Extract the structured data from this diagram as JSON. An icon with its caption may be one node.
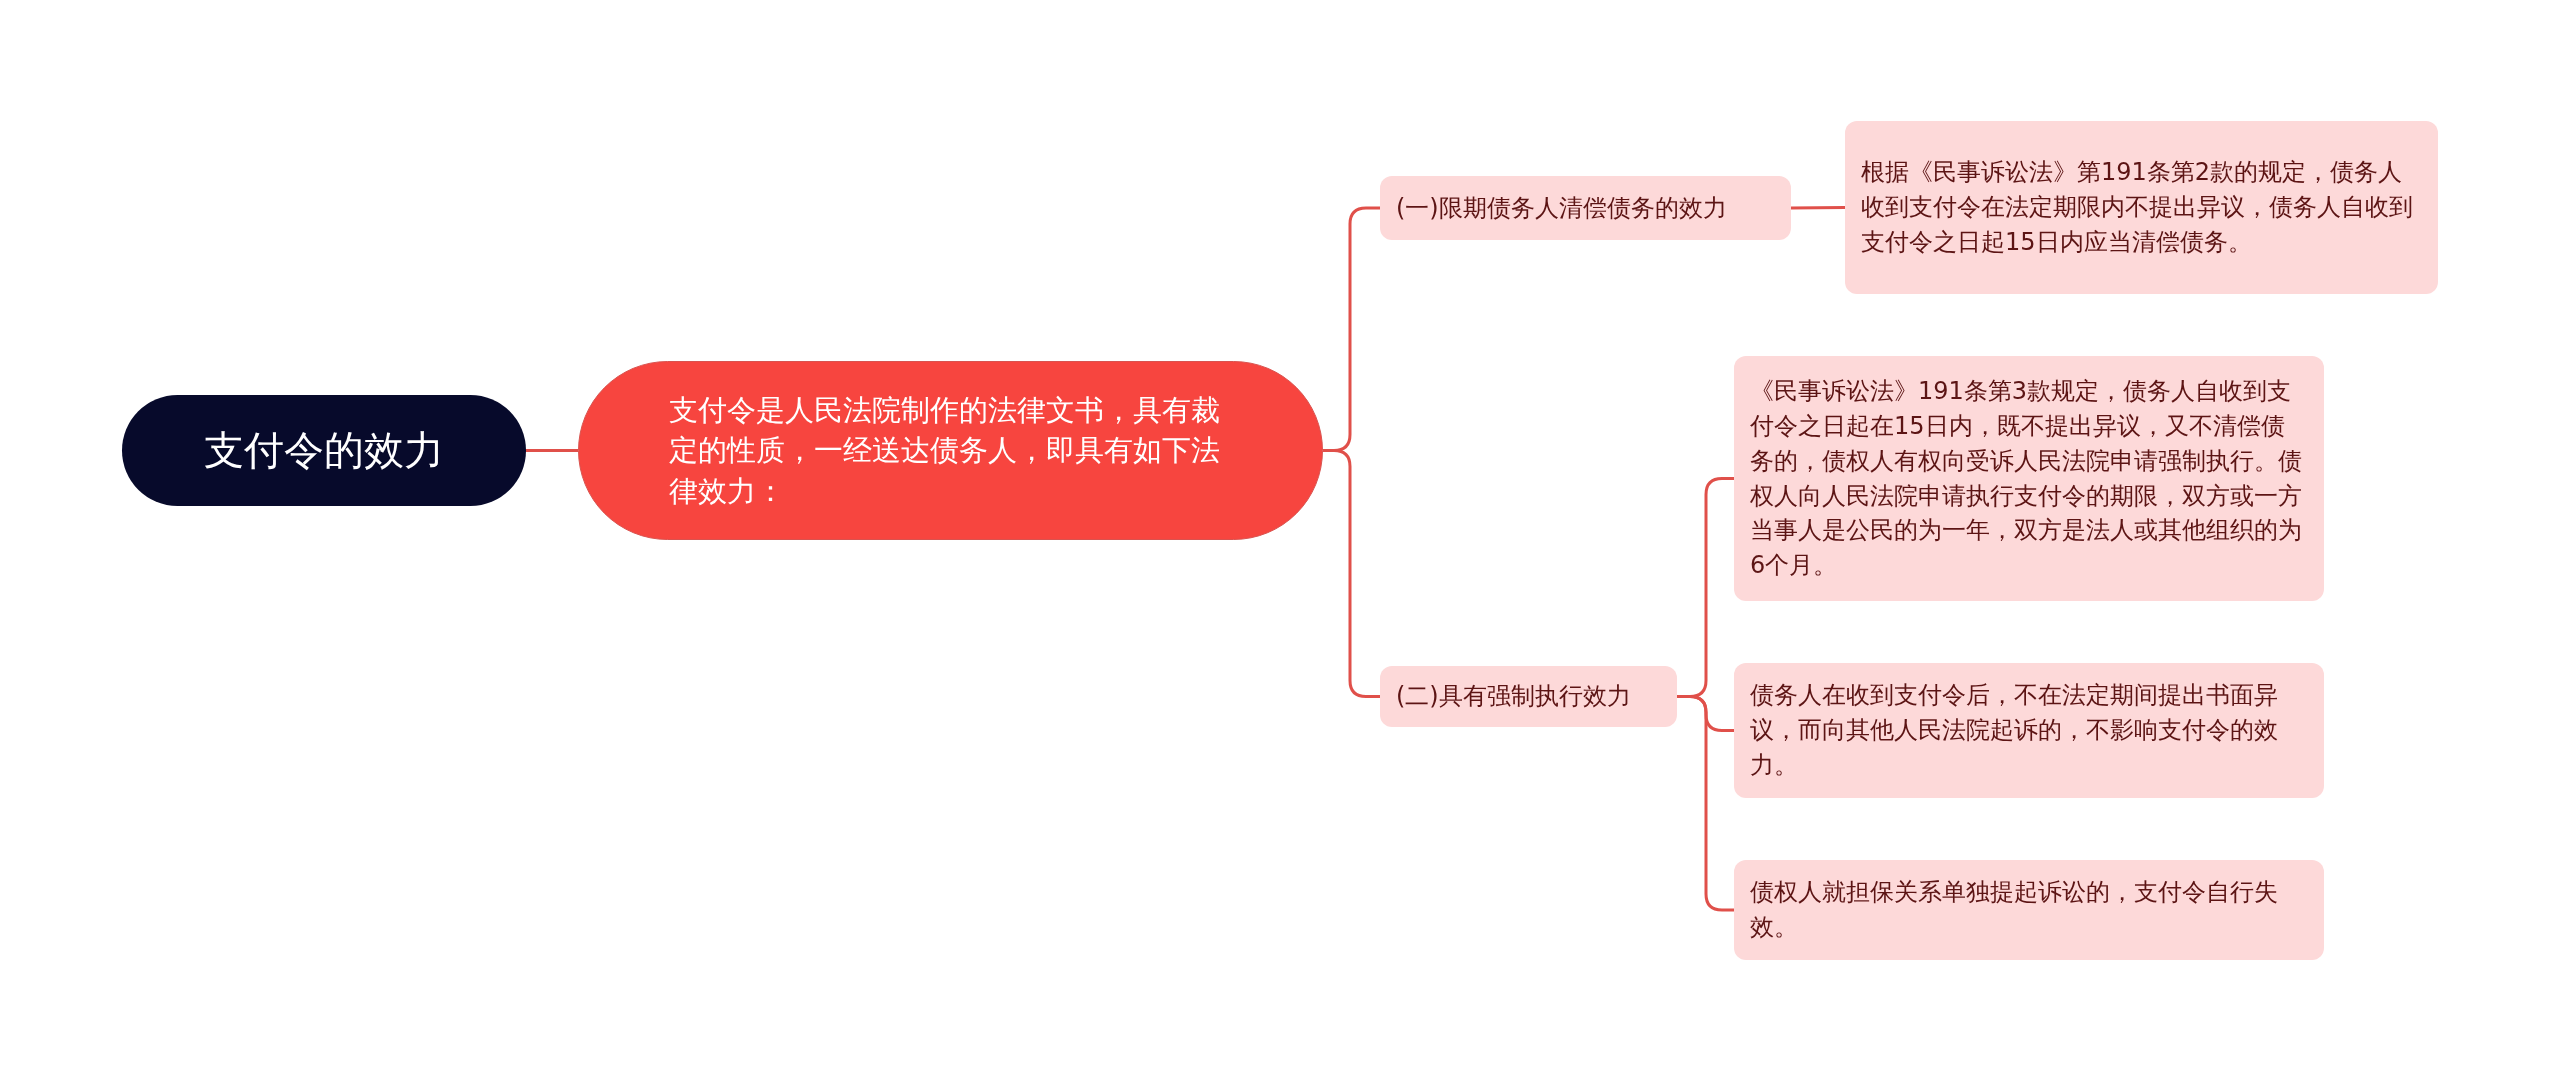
{
  "diagram": {
    "nodes": [
      {
        "text": [
          "支付令的效力"
        ]
      },
      {
        "text": [
          "支付令是人民法院制作的法律文书，具有裁定的性质，一经送达债务人，即具有如下法律效力："
        ]
      },
      {
        "text": [
          "(一)限期债务人清偿债务的效力"
        ]
      },
      {
        "text": [
          "根据《民事诉讼法》第191条第2款的规定，债务人收到支付令在法定期限内不提出异议，债务人自收到支付令之日起15日内应当清偿债务。"
        ]
      },
      {
        "text": [
          "(二)具有强制执行效力"
        ]
      },
      {
        "text": [
          "《民事诉讼法》191条第3款规定，债务人自收到支付令之日起在15日内，既不提出异议，又不清偿债务的，债权人有权向受诉人民法院申请强制执行。债权人向人民法院申请执行支付令的期限，双方或一方当事人是公民的为一年，双方是法人或其他组织的为6个月。"
        ]
      },
      {
        "text": [
          "债务人在收到支付令后，不在法定期间提出书面异议，而向其他人民法院起诉的，不影响支付令的效力。"
        ]
      },
      {
        "text": [
          "债权人就担保关系单独提起诉讼的，支付令自行失效。"
        ]
      }
    ],
    "edges": [
      {
        "from": 0,
        "to": 1,
        "arrow": "none"
      },
      {
        "from": 1,
        "to": 2,
        "arrow": "none"
      },
      {
        "from": 1,
        "to": 4,
        "arrow": "none"
      },
      {
        "from": 2,
        "to": 3,
        "arrow": "none"
      },
      {
        "from": 4,
        "to": 5,
        "arrow": "none"
      },
      {
        "from": 4,
        "to": 6,
        "arrow": "none"
      },
      {
        "from": 4,
        "to": 7,
        "arrow": "none"
      }
    ]
  }
}
